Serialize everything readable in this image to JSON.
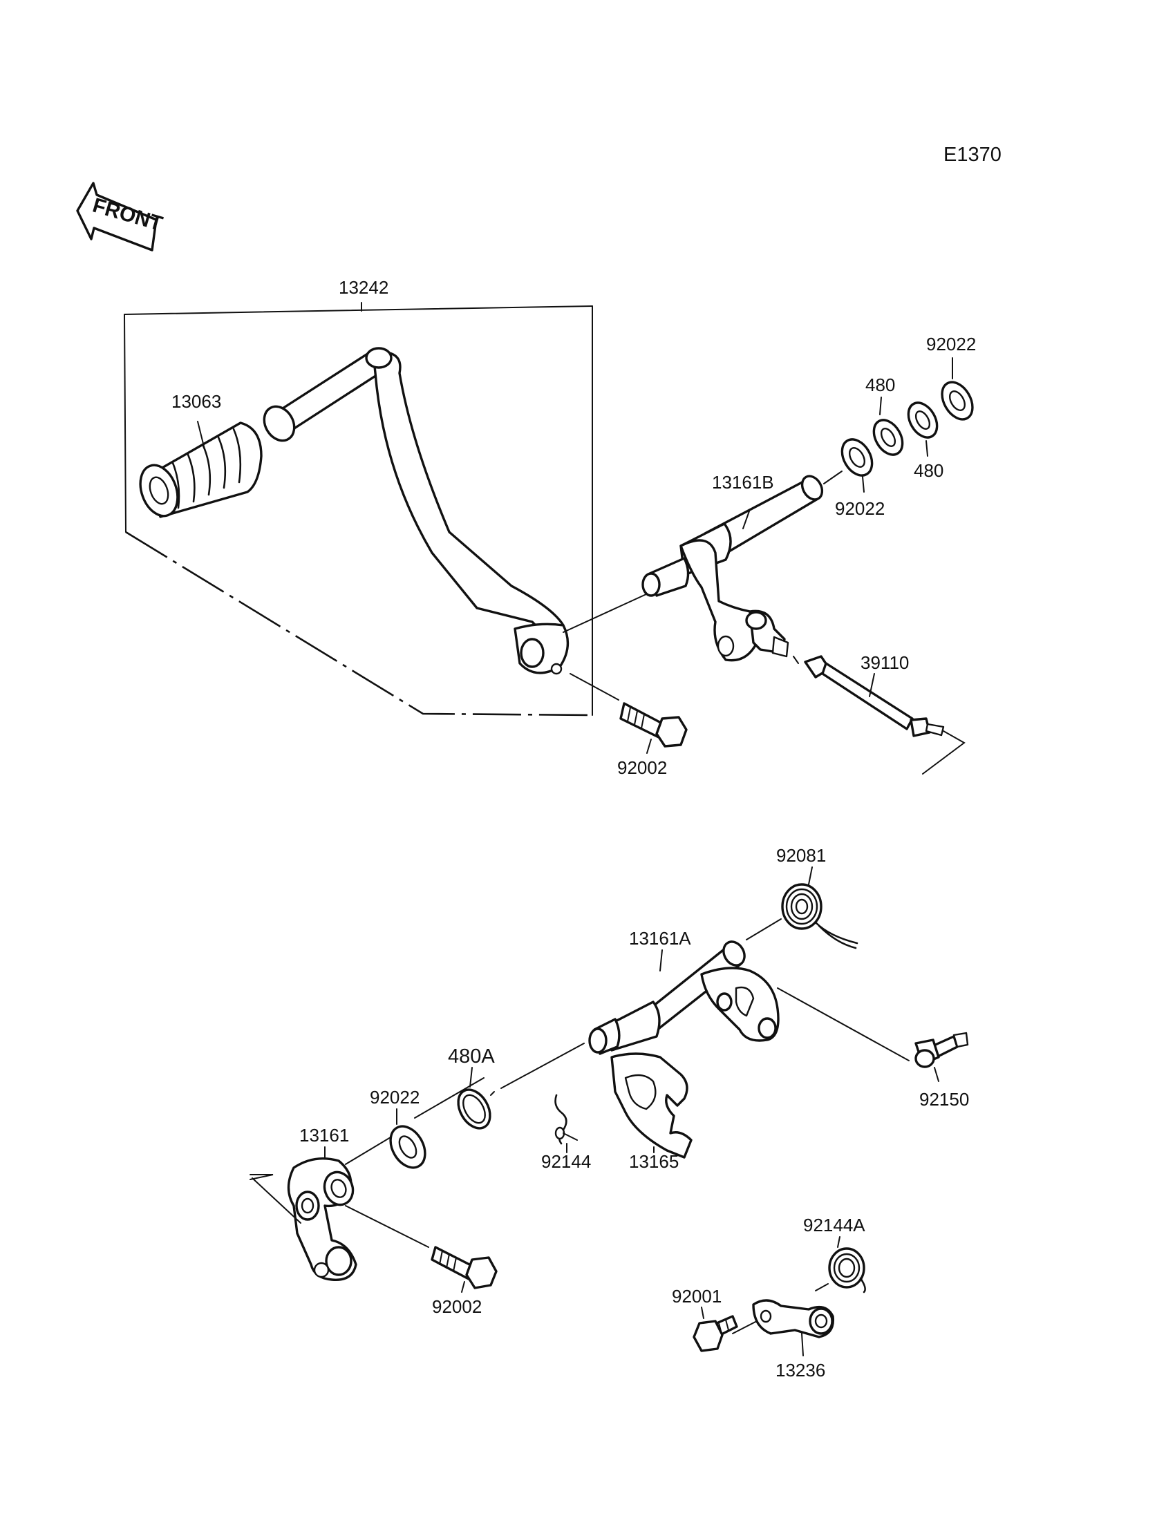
{
  "diagram_code": "E1370",
  "front_label": "FRONT",
  "labels": {
    "p13242": "13242",
    "p13063": "13063",
    "p92022_top": "92022",
    "p480_a": "480",
    "p480_b": "480",
    "p13161B": "13161B",
    "p92022_mid": "92022",
    "p39110": "39110",
    "p92002_top": "92002",
    "p92081": "92081",
    "p13161A": "13161A",
    "p92150": "92150",
    "p480A": "480A",
    "p92022_low": "92022",
    "p13161": "13161",
    "p92144": "92144",
    "p13165": "13165",
    "p92002_low": "92002",
    "p92144A": "92144A",
    "p92001": "92001",
    "p13236": "13236"
  }
}
